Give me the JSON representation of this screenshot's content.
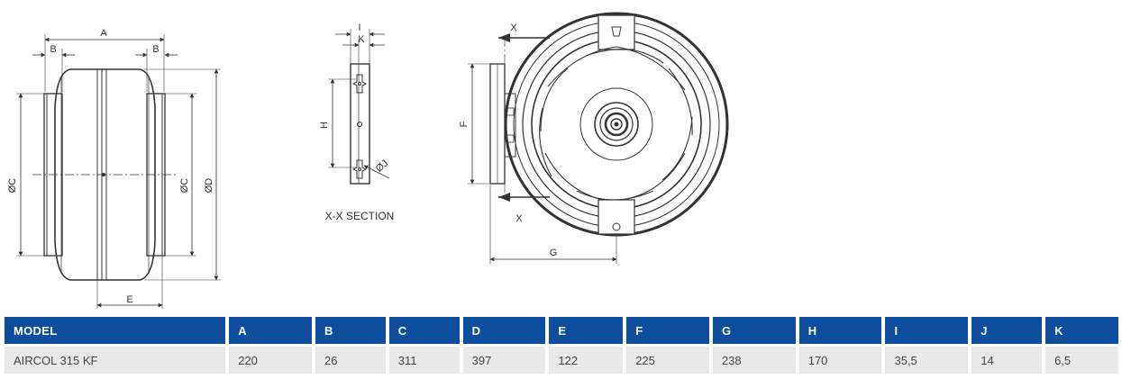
{
  "drawing_labels": {
    "side": {
      "a": "A",
      "b_left": "B",
      "b_right": "B",
      "c_left": "ØC",
      "c_right": "ØC",
      "d": "ØD",
      "e": "E"
    },
    "section": {
      "i": "I",
      "k": "K",
      "h": "H",
      "j": "ØJ",
      "caption": "X-X SECTION"
    },
    "front": {
      "x_top": "X",
      "x_bottom": "X",
      "f": "F",
      "g": "G"
    }
  },
  "table": {
    "headers": [
      "MODEL",
      "A",
      "B",
      "C",
      "D",
      "E",
      "F",
      "G",
      "H",
      "I",
      "J",
      "K"
    ],
    "rows": [
      [
        "AIRCOL 315 KF",
        "220",
        "26",
        "311",
        "397",
        "122",
        "225",
        "238",
        "170",
        "35,5",
        "14",
        "6,5"
      ]
    ],
    "header_color": "#0c4d9d",
    "row_color": "#e9e9e9"
  }
}
